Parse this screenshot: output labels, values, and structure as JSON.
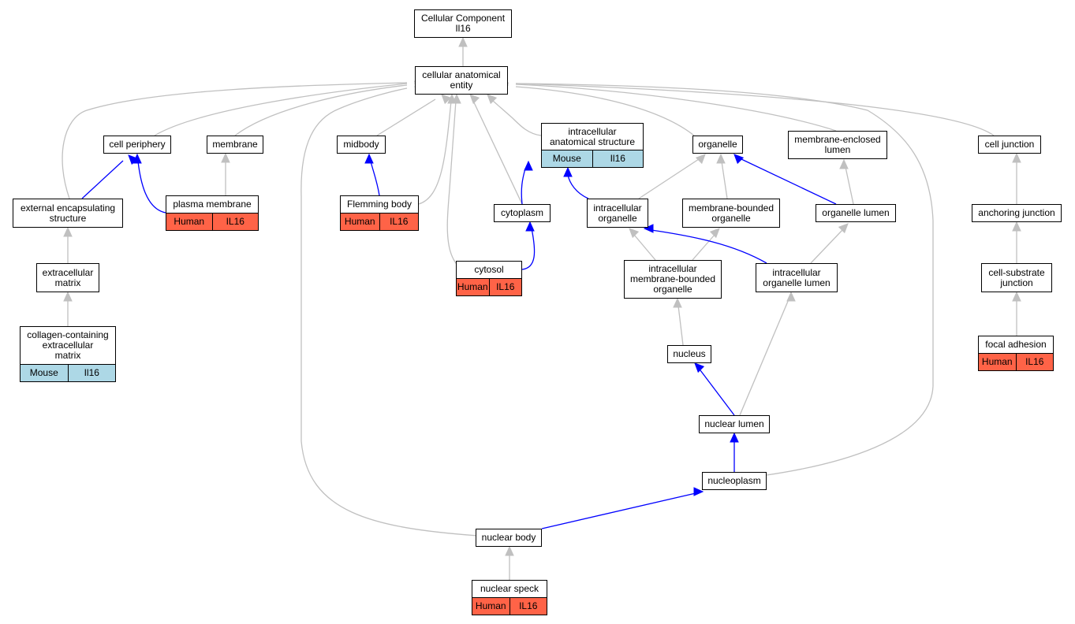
{
  "colors": {
    "grey_edge": "#c0c0c0",
    "blue_edge": "#0000ff",
    "human": "#ff6347",
    "mouse": "#add8e6"
  },
  "nodes": {
    "root": {
      "lines": [
        "Cellular Component",
        "Il16"
      ]
    },
    "cae": {
      "lines": [
        "cellular anatomical",
        "entity"
      ]
    },
    "cell_periphery": {
      "lines": [
        "cell periphery"
      ]
    },
    "membrane": {
      "lines": [
        "membrane"
      ]
    },
    "midbody": {
      "lines": [
        "midbody"
      ]
    },
    "ias": {
      "lines": [
        "intracellular",
        "anatomical structure"
      ],
      "ann": [
        "Mouse",
        "Il16"
      ]
    },
    "organelle": {
      "lines": [
        "organelle"
      ]
    },
    "mel": {
      "lines": [
        "membrane-enclosed",
        "lumen"
      ]
    },
    "cell_junction": {
      "lines": [
        "cell junction"
      ]
    },
    "ees": {
      "lines": [
        "external encapsulating",
        "structure"
      ]
    },
    "plasma_membrane": {
      "lines": [
        "plasma membrane"
      ],
      "ann": [
        "Human",
        "IL16"
      ]
    },
    "flemming": {
      "lines": [
        "Flemming body"
      ],
      "ann": [
        "Human",
        "IL16"
      ]
    },
    "cytoplasm": {
      "lines": [
        "cytoplasm"
      ]
    },
    "io": {
      "lines": [
        "intracellular",
        "organelle"
      ]
    },
    "mbo": {
      "lines": [
        "membrane-bounded",
        "organelle"
      ]
    },
    "ol": {
      "lines": [
        "organelle lumen"
      ]
    },
    "aj": {
      "lines": [
        "anchoring junction"
      ]
    },
    "ecm": {
      "lines": [
        "extracellular",
        "matrix"
      ]
    },
    "cytosol": {
      "lines": [
        "cytosol"
      ],
      "ann": [
        "Human",
        "IL16"
      ]
    },
    "imbo": {
      "lines": [
        "intracellular",
        "membrane-bounded",
        "organelle"
      ]
    },
    "iol": {
      "lines": [
        "intracellular",
        "organelle lumen"
      ]
    },
    "csj": {
      "lines": [
        "cell-substrate",
        "junction"
      ]
    },
    "ccecm": {
      "lines": [
        "collagen-containing",
        "extracellular",
        "matrix"
      ],
      "ann": [
        "Mouse",
        "Il16"
      ]
    },
    "focal": {
      "lines": [
        "focal adhesion"
      ],
      "ann": [
        "Human",
        "IL16"
      ]
    },
    "nucleus": {
      "lines": [
        "nucleus"
      ]
    },
    "nl": {
      "lines": [
        "nuclear lumen"
      ]
    },
    "np": {
      "lines": [
        "nucleoplasm"
      ]
    },
    "nb": {
      "lines": [
        "nuclear body"
      ]
    },
    "ns": {
      "lines": [
        "nuclear speck"
      ],
      "ann": [
        "Human",
        "IL16"
      ]
    }
  }
}
